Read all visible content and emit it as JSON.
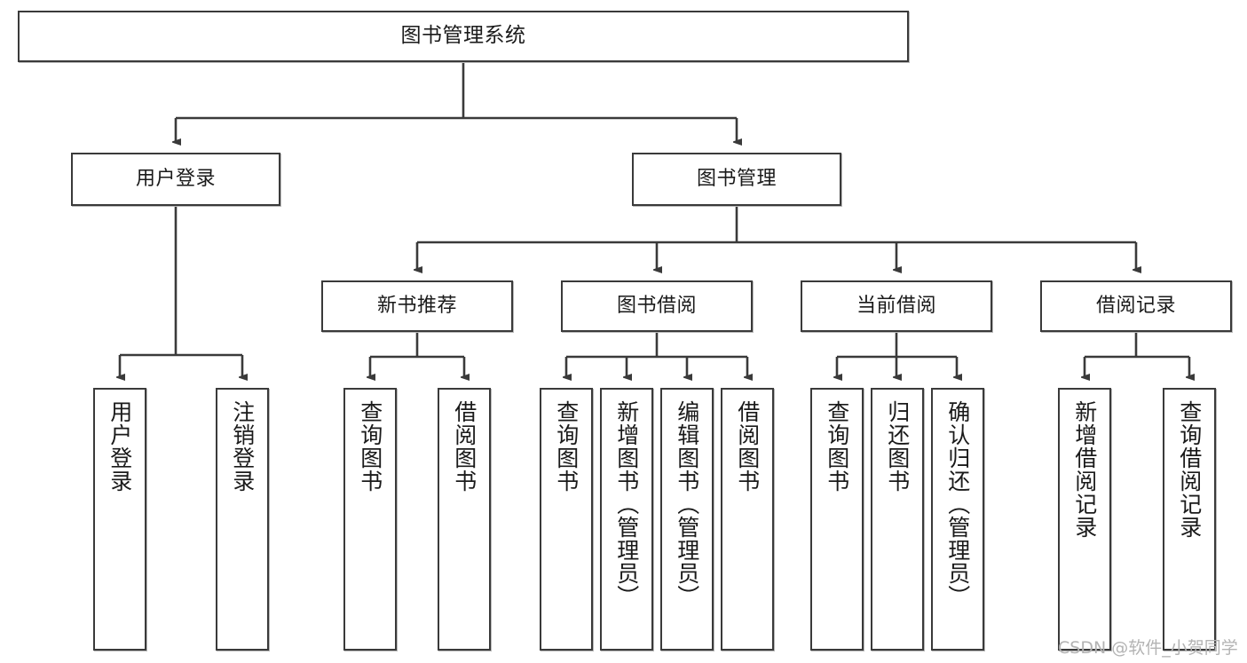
{
  "diagram": {
    "title": "图书管理系统",
    "type": "tree-hierarchy-chart",
    "watermark": "CSDN @软件_小贺同学",
    "colors": {
      "box_border": "#3a3a3a",
      "box_fill": "#ffffff",
      "edge": "#3a3a3a",
      "text": "#1a1a1a",
      "watermark": "#b3b3b3",
      "background": "#ffffff"
    },
    "nodes": {
      "root": {
        "label": "图书管理系统"
      },
      "level2": [
        {
          "id": "user-login",
          "label": "用户登录"
        },
        {
          "id": "book-management",
          "label": "图书管理"
        }
      ],
      "level3": [
        {
          "id": "new-book-recommend",
          "label": "新书推荐"
        },
        {
          "id": "book-borrow",
          "label": "图书借阅"
        },
        {
          "id": "current-borrow",
          "label": "当前借阅"
        },
        {
          "id": "borrow-record",
          "label": "借阅记录"
        }
      ],
      "leaves": {
        "user-login": [
          {
            "id": "leaf-user-login",
            "label": "用户登录"
          },
          {
            "id": "leaf-logout-login",
            "label": "注销登录"
          }
        ],
        "new-book-recommend": [
          {
            "id": "leaf-query-book-1",
            "label": "查询图书"
          },
          {
            "id": "leaf-borrow-book-1",
            "label": "借阅图书"
          }
        ],
        "book-borrow": [
          {
            "id": "leaf-query-book-2",
            "label": "查询图书"
          },
          {
            "id": "leaf-add-book",
            "label": "新增图书（管理员）"
          },
          {
            "id": "leaf-edit-book",
            "label": "编辑图书（管理员）"
          },
          {
            "id": "leaf-borrow-book-2",
            "label": "借阅图书"
          }
        ],
        "current-borrow": [
          {
            "id": "leaf-query-book-3",
            "label": "查询图书"
          },
          {
            "id": "leaf-return-book",
            "label": "归还图书"
          },
          {
            "id": "leaf-confirm-return",
            "label": "确认归还（管理员）"
          }
        ],
        "borrow-record": [
          {
            "id": "leaf-add-record",
            "label": "新增借阅记录"
          },
          {
            "id": "leaf-query-record",
            "label": "查询借阅记录"
          }
        ]
      }
    }
  }
}
